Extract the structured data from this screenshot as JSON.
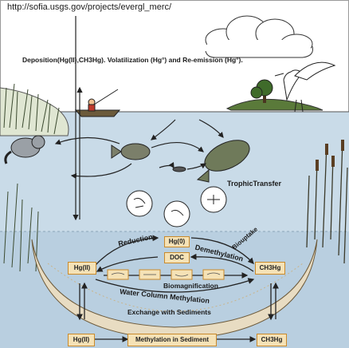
{
  "source_url": "http://sofia.usgs.gov/projects/evergl_merc/",
  "labels": {
    "deposition": "Deposition(Hg(II),CH3Hg). Volatilization (Hg°) and Re-emission (Hg°).",
    "trophic_transfer": "TrophicTransfer",
    "reduction": "Reduction",
    "demethylation": "Demethylation",
    "biouptake": "Biouptake",
    "biomagnification": "Biomagnification",
    "water_column_methylation": "Water Column Methylation",
    "exchange_with_sediments": "Exchange with Sediments",
    "methylation_in_sediment": "Methylation in Sediment"
  },
  "boxes": {
    "hg0": "Hg(0)",
    "doc": "DOC",
    "hgii_water": "Hg(II)",
    "ch3hg_water": "CH3Hg",
    "hgii_sediment": "Hg(II)",
    "ch3hg_sediment": "CH3Hg"
  },
  "colors": {
    "sky": "#ffffff",
    "water": "#c9dbe8",
    "sediment": "#e8dcc2",
    "box_fill": "#f5e2b6",
    "box_border": "#c98a2c"
  }
}
